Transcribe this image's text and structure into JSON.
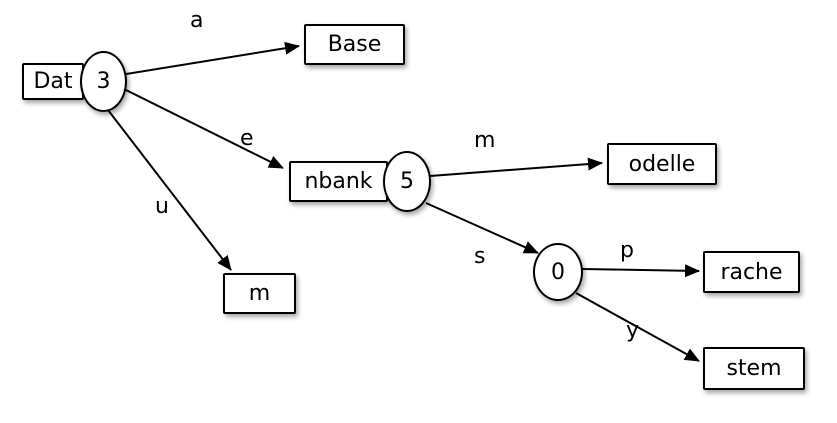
{
  "diagram": {
    "description": "compressed-trie-diagram",
    "colors": {
      "stroke": "#000000",
      "fill": "#ffffff"
    },
    "nodes": {
      "root_prefix": "Dat",
      "root_value": "3",
      "base": "Base",
      "nbank_prefix": "nbank",
      "nbank_value": "5",
      "m_leaf": "m",
      "odelle": "odelle",
      "zero_value": "0",
      "rache": "rache",
      "stem": "stem"
    },
    "edge_labels": {
      "a": "a",
      "e": "e",
      "u": "u",
      "m": "m",
      "s": "s",
      "p": "p",
      "y": "y"
    }
  }
}
